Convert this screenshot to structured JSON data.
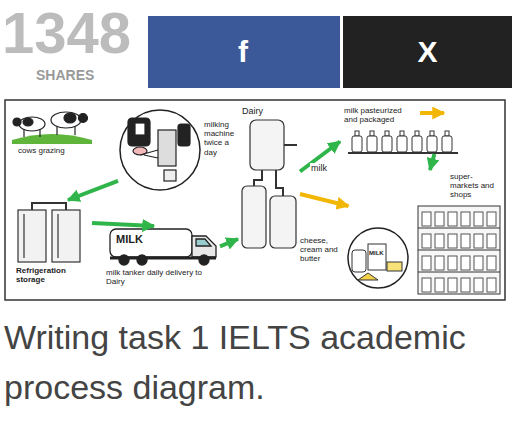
{
  "diagram": {
    "caption": "Writing task 1 IELTS academic process diagram.",
    "nodes": [
      {
        "text": [
          "f"
        ]
      },
      {
        "text": [
          "X"
        ]
      },
      {
        "text": [
          "cows grazing"
        ]
      },
      {
        "text": [
          "milking machine twice a day"
        ]
      },
      {
        "text": [
          "Refrigeration storage"
        ]
      },
      {
        "text": [
          "MILK",
          "milk tanker daily delivery to Dairy"
        ]
      },
      {
        "text": [
          "Dairy"
        ]
      },
      {
        "text": [
          "milk pasteurized and packaged"
        ]
      },
      {
        "text": [
          "cheese, cream and butter",
          "MILK"
        ]
      },
      {
        "text": [
          "super-markets and shops"
        ]
      }
    ],
    "edges": [
      {
        "from": 3,
        "to": 4,
        "arrow": "to"
      },
      {
        "from": 4,
        "to": 5,
        "arrow": "to"
      },
      {
        "from": 5,
        "to": 6,
        "arrow": "to"
      },
      {
        "from": 6,
        "to": 7,
        "label": "milk",
        "arrow": "to"
      },
      {
        "from": 6,
        "to": 8,
        "arrow": "to"
      },
      {
        "from": 7,
        "to": 9,
        "arrow": "to"
      }
    ],
    "labels": [
      "1348",
      "SHARES"
    ]
  }
}
